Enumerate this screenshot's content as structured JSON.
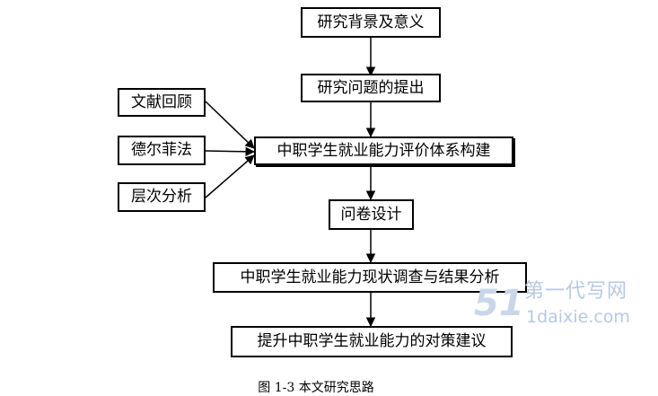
{
  "nodes": {
    "background": "研究背景及意义",
    "problem": "研究问题的提出",
    "literature": "文献回顾",
    "delphi": "德尔菲法",
    "ahp": "层次分析",
    "system": "中职学生就业能力评价体系构建",
    "questionnaire": "问卷设计",
    "survey": "中职学生就业能力现状调查与结果分析",
    "countermeasure": "提升中职学生就业能力的对策建议"
  },
  "caption": "图 1-3  本文研究思路",
  "watermark": {
    "logo": "51",
    "title": "第一代写网",
    "url": "1daixie.com"
  },
  "colors": {
    "line": "#000000",
    "box_border": "#000000",
    "watermark": "#b8c8e4"
  }
}
